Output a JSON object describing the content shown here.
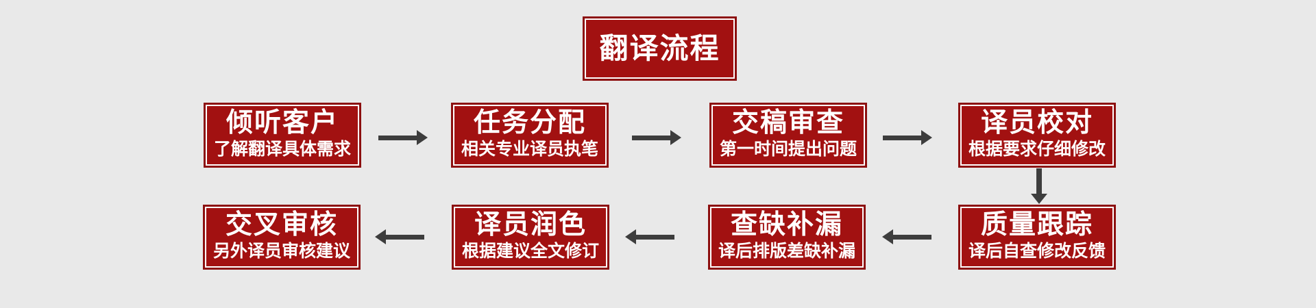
{
  "diagram": {
    "title": "翻译流程",
    "steps": [
      {
        "title": "倾听客户",
        "subtitle": "了解翻译具体需求"
      },
      {
        "title": "任务分配",
        "subtitle": "相关专业译员执笔"
      },
      {
        "title": "交稿审查",
        "subtitle": "第一时间提出问题"
      },
      {
        "title": "译员校对",
        "subtitle": "根据要求仔细修改"
      },
      {
        "title": "质量跟踪",
        "subtitle": "译后自查修改反馈"
      },
      {
        "title": "查缺补漏",
        "subtitle": "译后排版差缺补漏"
      },
      {
        "title": "译员润色",
        "subtitle": "根据建议全文修订"
      },
      {
        "title": "交叉审核",
        "subtitle": "另外译员审核建议"
      }
    ],
    "colors": {
      "canvas_background": "#e9e9e9",
      "box_fill": "#a21111",
      "box_outer_border": "#8c0f0f",
      "box_inner_frame": "#ffffff",
      "text": "#ffffff",
      "arrow": "#3d3d3d"
    },
    "icons": {
      "right_arrow": "right-arrow-icon",
      "left_arrow": "left-arrow-icon",
      "down_arrow": "down-arrow-icon"
    }
  }
}
